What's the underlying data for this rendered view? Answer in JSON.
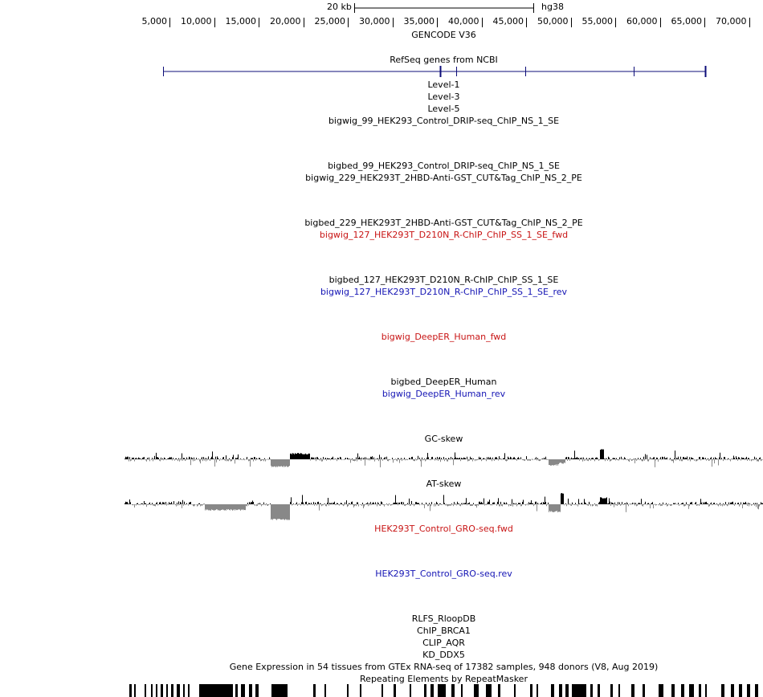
{
  "scale": {
    "size_label": "20 kb",
    "assembly": "hg38"
  },
  "ruler": {
    "ticks": [
      "5,000",
      "10,000",
      "15,000",
      "20,000",
      "25,000",
      "30,000",
      "35,000",
      "40,000",
      "45,000",
      "50,000",
      "55,000",
      "60,000",
      "65,000",
      "70,000"
    ]
  },
  "tracks": {
    "gencode": "GENCODE V36",
    "refseq": "RefSeq genes from NCBI",
    "level1": "Level-1",
    "level3": "Level-3",
    "level5": "Level-5",
    "bw99": "bigwig_99_HEK293_Control_DRIP-seq_ChIP_NS_1_SE",
    "bb99": "bigbed_99_HEK293_Control_DRIP-seq_ChIP_NS_1_SE",
    "bw229": "bigwig_229_HEK293T_2HBD-Anti-GST_CUT&Tag_ChIP_NS_2_PE",
    "bb229": "bigbed_229_HEK293T_2HBD-Anti-GST_CUT&Tag_ChIP_NS_2_PE",
    "bw127fwd": "bigwig_127_HEK293T_D210N_R-ChIP_ChIP_SS_1_SE_fwd",
    "bb127": "bigbed_127_HEK293T_D210N_R-ChIP_ChIP_SS_1_SE",
    "bw127rev": "bigwig_127_HEK293T_D210N_R-ChIP_ChIP_SS_1_SE_rev",
    "deeper_fwd": "bigwig_DeepER_Human_fwd",
    "deeper_bb": "bigbed_DeepER_Human",
    "deeper_rev": "bigwig_DeepER_Human_rev",
    "gc_skew": "GC-skew",
    "at_skew": "AT-skew",
    "gro_fwd": "HEK293T_Control_GRO-seq.fwd",
    "gro_rev": "HEK293T_Control_GRO-seq.rev",
    "rlfs": "RLFS_RloopDB",
    "brca1": "ChIP_BRCA1",
    "aqr": "CLIP_AQR",
    "ddx5": "KD_DDX5",
    "gtex": "Gene Expression in 54 tissues from GTEx RNA-seq of 17382 samples, 948 donors (V8, Aug 2019)",
    "rmsk": "Repeating Elements by RepeatMasker"
  },
  "colors": {
    "fwd": "#c81414",
    "rev": "#1414b4",
    "refseq": "#0c0c78",
    "positive": "#000000",
    "negative": "#888888"
  }
}
